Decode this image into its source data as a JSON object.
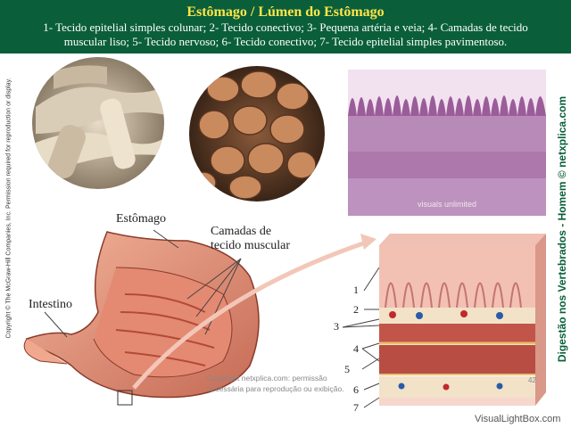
{
  "header": {
    "title": "Estômago / Lúmen do Estômago",
    "line1": "1- Tecido epitelial simples colunar; 2- Tecido conectivo; 3- Pequena artéria e veia; 4- Camadas de tecido",
    "line2": "muscular liso;  5- Tecido nervoso; 6- Tecido conectivo; 7- Tecido epitelial simples pavimentoso."
  },
  "side_left": "Copyright © The McGraw-Hill Companies, Inc. Permission required for reproduction or display.",
  "side_right": "Digestão nos Vertebrados - Homem © netxplica.com",
  "labels": {
    "estomago": "Estômago",
    "camadas_line1": "Camadas de",
    "camadas_line2": "tecido muscular",
    "intestino": "Intestino"
  },
  "numbers": [
    "1",
    "2",
    "3",
    "4",
    "5",
    "6",
    "7"
  ],
  "micro_credit": "visuals unlimited",
  "footer": {
    "line1": "Copyright netxplica.com: permissão",
    "line2": "necessária para reprodução ou exibição."
  },
  "page_number": "42",
  "watermark": "VisualLightBox.com",
  "colors": {
    "header_bg": "#0a5f3a",
    "title": "#ffe54a",
    "tissue_pink": "#e8958a",
    "muscle_red": "#c2554a",
    "histology_purple": "#9b5c9a"
  }
}
